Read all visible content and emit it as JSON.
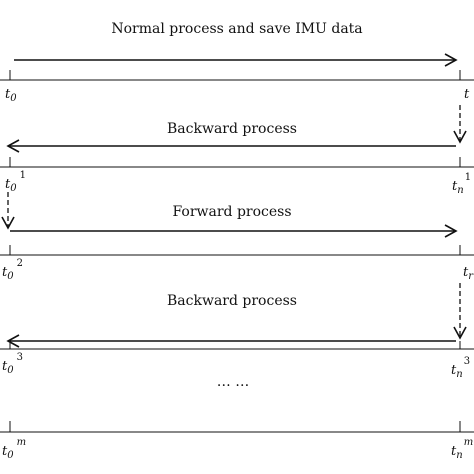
{
  "stages": [
    {
      "label": "Normal process and save IMU data",
      "direction": "forward"
    },
    {
      "label": "Backward process",
      "direction": "backward"
    },
    {
      "label": "Forward process",
      "direction": "forward"
    },
    {
      "label": "Backward process",
      "direction": "backward"
    }
  ],
  "ellipsis": "… …",
  "time_labels": {
    "row1_left": {
      "base": "t",
      "sub": "0",
      "sup": ""
    },
    "row1_right": {
      "base": "t",
      "sub": "",
      "sup": ""
    },
    "row2_left": {
      "base": "t",
      "sub": "0",
      "sup": "1"
    },
    "row2_right": {
      "base": "t",
      "sub": "n",
      "sup": "1"
    },
    "row3_left": {
      "base": "t",
      "sub": "0",
      "sup": "2"
    },
    "row3_right": {
      "base": "t",
      "sub": "r",
      "sup": ""
    },
    "row4_left": {
      "base": "t",
      "sub": "0",
      "sup": "3"
    },
    "row4_right": {
      "base": "t",
      "sub": "n",
      "sup": "3"
    },
    "row5_left": {
      "base": "t",
      "sub": "0",
      "sup": "m"
    },
    "row5_right": {
      "base": "t",
      "sub": "n",
      "sup": "m"
    }
  },
  "colors": {
    "ink": "#111111",
    "background": "#ffffff"
  }
}
